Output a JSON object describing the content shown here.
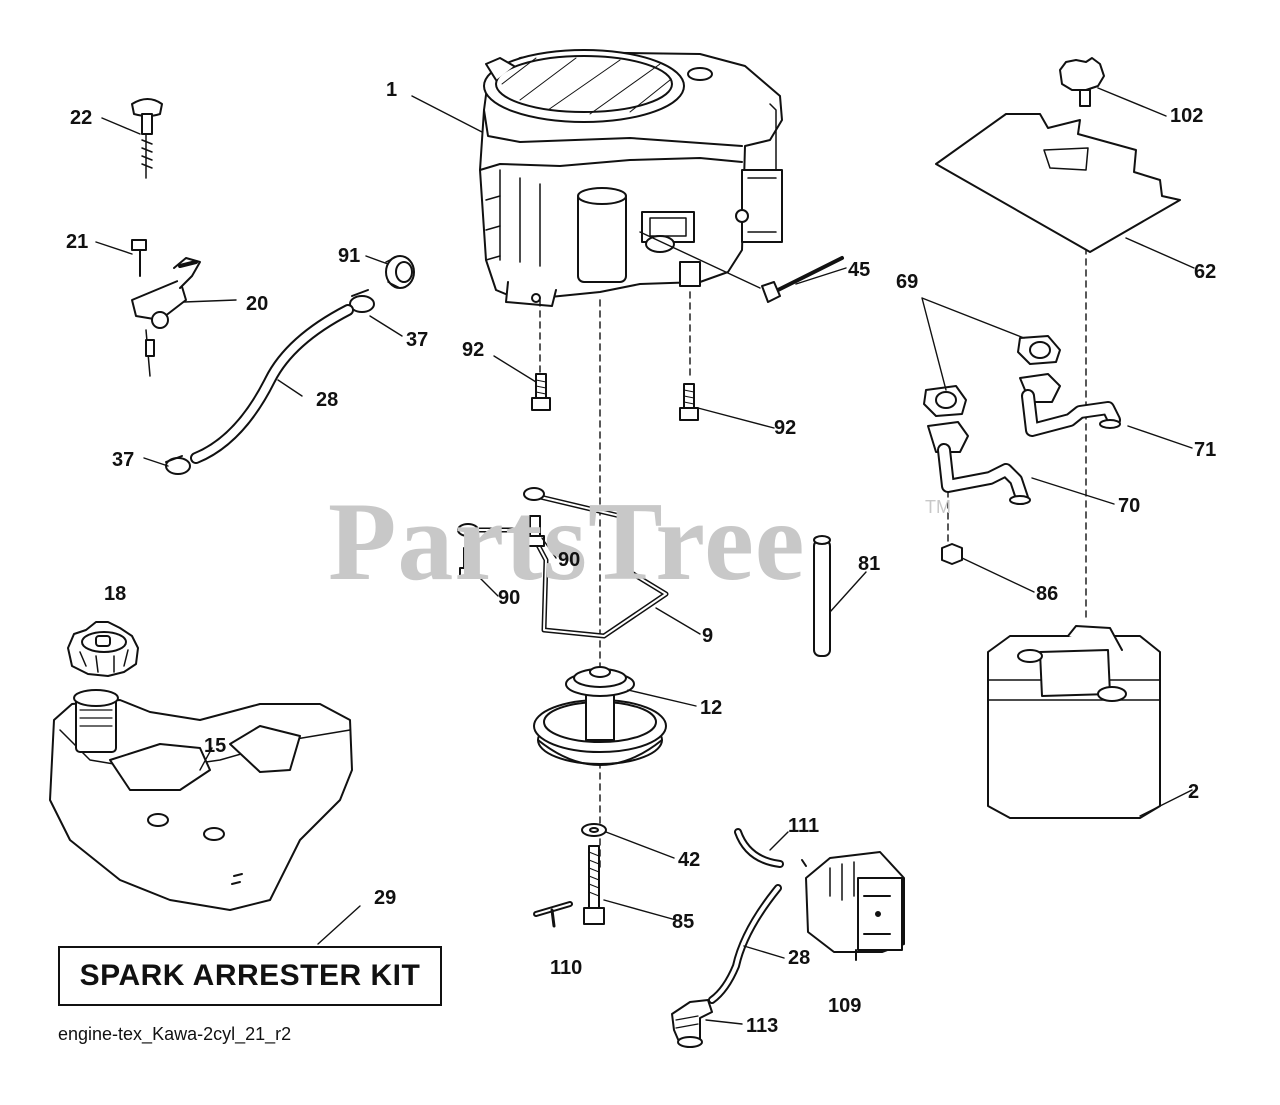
{
  "watermark": {
    "brand": "PartsTree",
    "trademark": "TM"
  },
  "kit_label": "SPARK ARRESTER KIT",
  "diagram_code": "engine-tex_Kawa-2cyl_21_r2",
  "parts": [
    {
      "ref": "1",
      "name": "engine"
    },
    {
      "ref": "2",
      "name": "muffler"
    },
    {
      "ref": "9",
      "name": "brake-rod"
    },
    {
      "ref": "12",
      "name": "pulley"
    },
    {
      "ref": "15",
      "name": "fuel-tank"
    },
    {
      "ref": "18",
      "name": "fuel-cap"
    },
    {
      "ref": "20",
      "name": "throttle-cable-bracket"
    },
    {
      "ref": "21",
      "name": "bracket-screw"
    },
    {
      "ref": "22",
      "name": "choke-knob"
    },
    {
      "ref": "28",
      "name": "fuel-hose"
    },
    {
      "ref": "29",
      "name": "spark-arrester-kit"
    },
    {
      "ref": "37",
      "name": "hose-clamp"
    },
    {
      "ref": "42",
      "name": "washer"
    },
    {
      "ref": "45",
      "name": "oil-drain-valve"
    },
    {
      "ref": "62",
      "name": "heat-shield"
    },
    {
      "ref": "69",
      "name": "exhaust-gasket"
    },
    {
      "ref": "70",
      "name": "exhaust-pipe-left"
    },
    {
      "ref": "71",
      "name": "exhaust-pipe-right"
    },
    {
      "ref": "81",
      "name": "rod"
    },
    {
      "ref": "85",
      "name": "pulley-bolt"
    },
    {
      "ref": "86",
      "name": "lock-nut"
    },
    {
      "ref": "90",
      "name": "rod-screw"
    },
    {
      "ref": "91",
      "name": "grommet"
    },
    {
      "ref": "92",
      "name": "engine-bolt"
    },
    {
      "ref": "102",
      "name": "heat-shield-knob"
    },
    {
      "ref": "109",
      "name": "fuel-filter-canister"
    },
    {
      "ref": "110",
      "name": "pin"
    },
    {
      "ref": "111",
      "name": "vent-hose"
    },
    {
      "ref": "113",
      "name": "fuel-valve"
    }
  ]
}
